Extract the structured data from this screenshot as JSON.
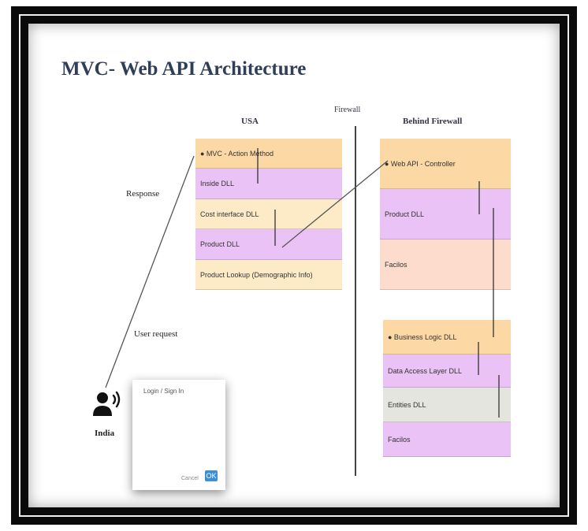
{
  "title": "MVC- Web API Architecture",
  "firewall_label": "Firewall",
  "usa": {
    "header": "USA",
    "rows": [
      "● MVC - Action Method",
      "Inside DLL",
      "Cost interface DLL",
      "Product DLL",
      "Product Lookup (Demographic Info)"
    ]
  },
  "behind": {
    "header": "Behind Firewall",
    "top_rows": [
      "● Web API - Controller",
      "Product DLL",
      "Facilos"
    ],
    "bottom_rows": [
      "● Business Logic DLL",
      "Data Access Layer DLL",
      "Entities DLL",
      "Facilos"
    ]
  },
  "arrows": {
    "response": "Response",
    "user_request": "User request"
  },
  "user": {
    "name": "India",
    "icon": "user-speaking-icon"
  },
  "login": {
    "title": "Login / Sign In",
    "cancel": "Cancel",
    "ok": "OK"
  },
  "colors": {
    "title": "#2f3f57",
    "orange": "#fcd8a4",
    "violet": "#ebc2f5",
    "cream": "#fdebc8",
    "peach": "#fddcce",
    "grey": "#e5e5e0"
  }
}
